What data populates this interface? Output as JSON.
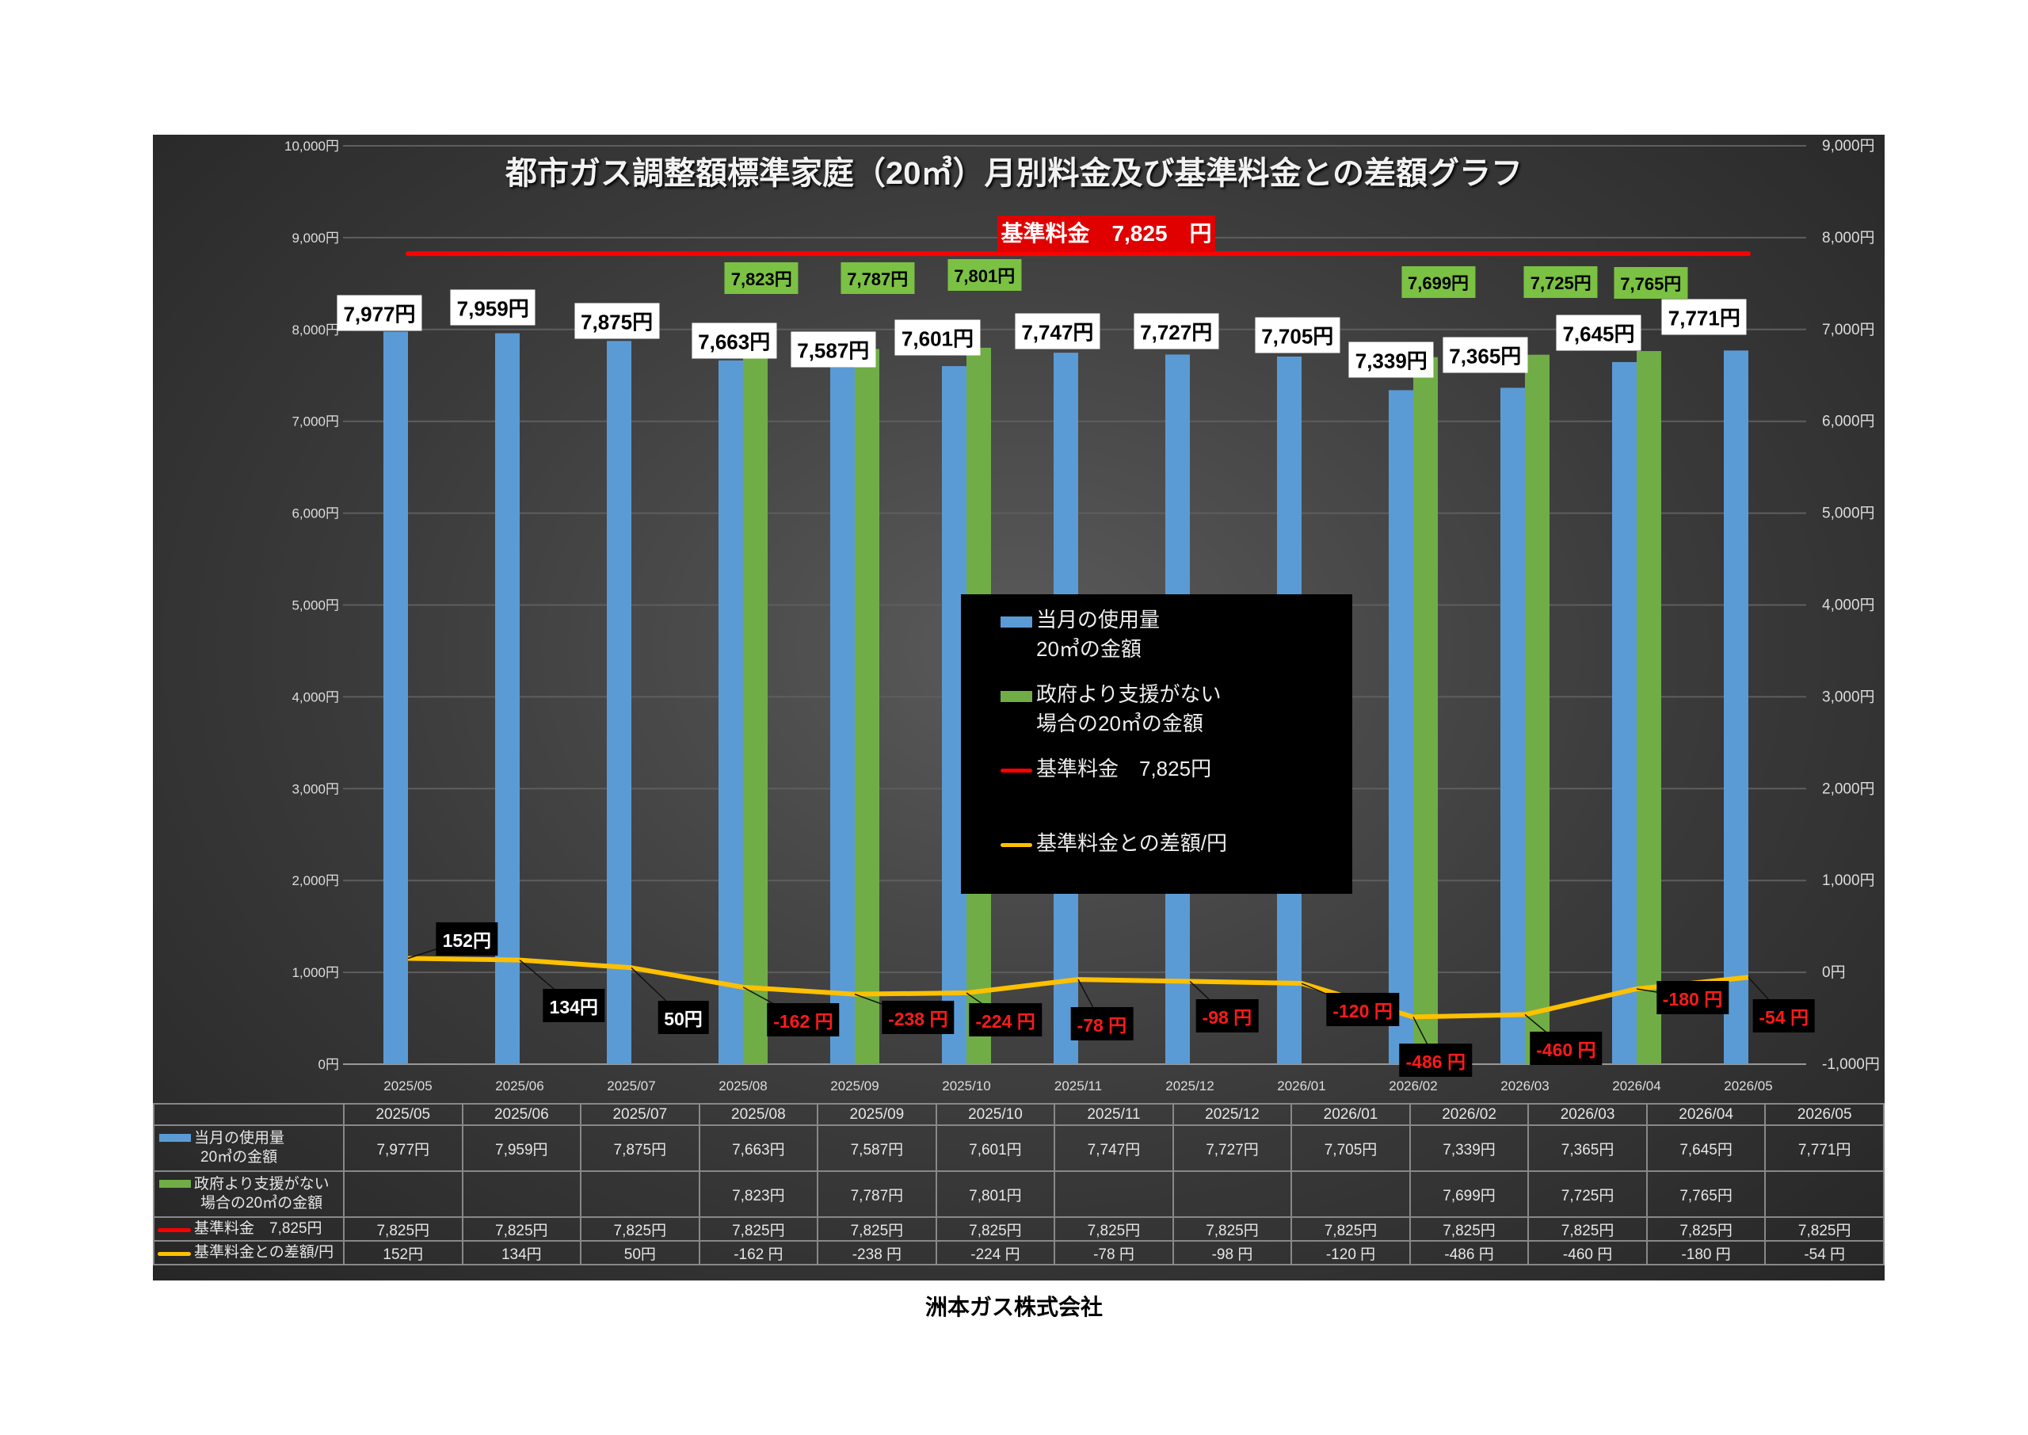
{
  "chart_data": {
    "type": "bar",
    "title": "都市ガス調整額標準家庭（20㎥）月別料金及び基準料金との差額グラフ",
    "categories": [
      "2025/05",
      "2025/06",
      "2025/07",
      "2025/08",
      "2025/09",
      "2025/10",
      "2025/11",
      "2025/12",
      "2026/01",
      "2026/02",
      "2026/03",
      "2026/04",
      "2026/05"
    ],
    "y_left": {
      "range": [
        0,
        10000
      ],
      "ticks": [
        "0円",
        "1,000円",
        "2,000円",
        "3,000円",
        "4,000円",
        "5,000円",
        "6,000円",
        "7,000円",
        "8,000円",
        "9,000円",
        "10,000円"
      ]
    },
    "y_right": {
      "range": [
        -1000,
        9000
      ],
      "ticks": [
        "-1,000円",
        "0円",
        "1,000円",
        "2,000円",
        "3,000円",
        "4,000円",
        "5,000円",
        "6,000円",
        "7,000円",
        "8,000円",
        "9,000円"
      ]
    },
    "series": [
      {
        "name": "当月の使用量20㎥の金額",
        "type": "bar",
        "axis": "left",
        "color": "#5b9bd5",
        "values": [
          7977,
          7959,
          7875,
          7663,
          7587,
          7601,
          7747,
          7727,
          7705,
          7339,
          7365,
          7645,
          7771
        ],
        "labels": [
          "7,977円",
          "7,959円",
          "7,875円",
          "7,663円",
          "7,587円",
          "7,601円",
          "7,747円",
          "7,727円",
          "7,705円",
          "7,339円",
          "7,365円",
          "7,645円",
          "7,771円"
        ]
      },
      {
        "name": "政府より支援がない場合の20㎥の金額",
        "type": "bar",
        "axis": "left",
        "color": "#70ad47",
        "values": [
          null,
          null,
          null,
          7823,
          7787,
          7801,
          null,
          null,
          null,
          7699,
          7725,
          7765,
          null
        ],
        "labels": [
          "",
          "",
          "",
          "7,823円",
          "7,787円",
          "7,801円",
          "",
          "",
          "",
          "7,699円",
          "7,725円",
          "7,765円",
          ""
        ]
      },
      {
        "name": "基準料金 7,825円",
        "type": "line",
        "axis": "right",
        "color": "#ff0000",
        "values": [
          7825,
          7825,
          7825,
          7825,
          7825,
          7825,
          7825,
          7825,
          7825,
          7825,
          7825,
          7825,
          7825
        ]
      },
      {
        "name": "基準料金との差額/円",
        "type": "line",
        "axis": "right",
        "color": "#ffc000",
        "values": [
          152,
          134,
          50,
          -162,
          -238,
          -224,
          -78,
          -98,
          -120,
          -486,
          -460,
          -180,
          -54
        ],
        "labels": [
          "152円",
          "134円",
          "50円",
          "-162 円",
          "-238 円",
          "-224 円",
          "-78 円",
          "-98 円",
          "-120 円",
          "-486 円",
          "-460 円",
          "-180 円",
          "-54 円"
        ]
      }
    ],
    "reference_label": "基準料金　7,825　円",
    "legend": {
      "placement": "center",
      "items": [
        "当月の使用量",
        "20㎥の金額",
        "政府より支援がない",
        "場合の20㎥の金額",
        "基準料金　7,825円",
        "基準料金との差額/円"
      ]
    }
  },
  "table": {
    "row_labels": [
      [
        "当月の使用量",
        "20㎥の金額"
      ],
      [
        "政府より支援がない",
        "場合の20㎥の金額"
      ],
      [
        "基準料金　7,825円"
      ],
      [
        "基準料金との差額/円"
      ]
    ],
    "rows": [
      [
        "7,977円",
        "7,959円",
        "7,875円",
        "7,663円",
        "7,587円",
        "7,601円",
        "7,747円",
        "7,727円",
        "7,705円",
        "7,339円",
        "7,365円",
        "7,645円",
        "7,771円"
      ],
      [
        "",
        "",
        "",
        "7,823円",
        "7,787円",
        "7,801円",
        "",
        "",
        "",
        "7,699円",
        "7,725円",
        "7,765円",
        ""
      ],
      [
        "7,825円",
        "7,825円",
        "7,825円",
        "7,825円",
        "7,825円",
        "7,825円",
        "7,825円",
        "7,825円",
        "7,825円",
        "7,825円",
        "7,825円",
        "7,825円",
        "7,825円"
      ],
      [
        "152円",
        "134円",
        "50円",
        "-162 円",
        "-238 円",
        "-224 円",
        "-78 円",
        "-98 円",
        "-120 円",
        "-486 円",
        "-460 円",
        "-180 円",
        "-54 円"
      ]
    ]
  },
  "footer": "洲本ガス株式会社"
}
